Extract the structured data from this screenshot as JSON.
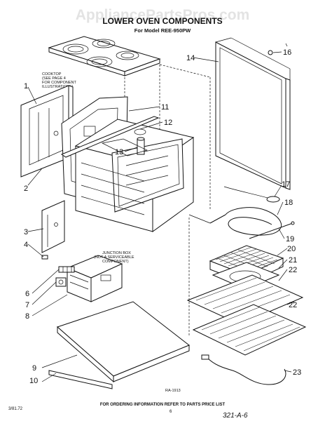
{
  "watermark": "AppliancePartsPros.com",
  "header": {
    "title": "LOWER OVEN COMPONENTS",
    "model": "For Model REE-950PW"
  },
  "callouts": {
    "cooktop": [
      "COOKTOP",
      "(SEE PAGE 4",
      "FOR COMPONENT",
      "ILLUSTRATIONS)"
    ],
    "junction_box": [
      "JUNCTION BOX",
      "(NOT A SERVICEABLE",
      "COMPONENT)"
    ]
  },
  "part_numbers": [
    "1",
    "2",
    "3",
    "4",
    "6",
    "7",
    "8",
    "9",
    "10",
    "11",
    "12",
    "13",
    "14",
    "16",
    "17",
    "18",
    "19",
    "20",
    "21",
    "22",
    "22",
    "23"
  ],
  "drawing_ref": "RA-1913",
  "footer": {
    "ordering_note": "FOR ORDERING INFORMATION REFER TO PARTS PRICE LIST",
    "left_code": "3/81.72",
    "page_mark": "6",
    "handwritten": "321-A-6"
  }
}
